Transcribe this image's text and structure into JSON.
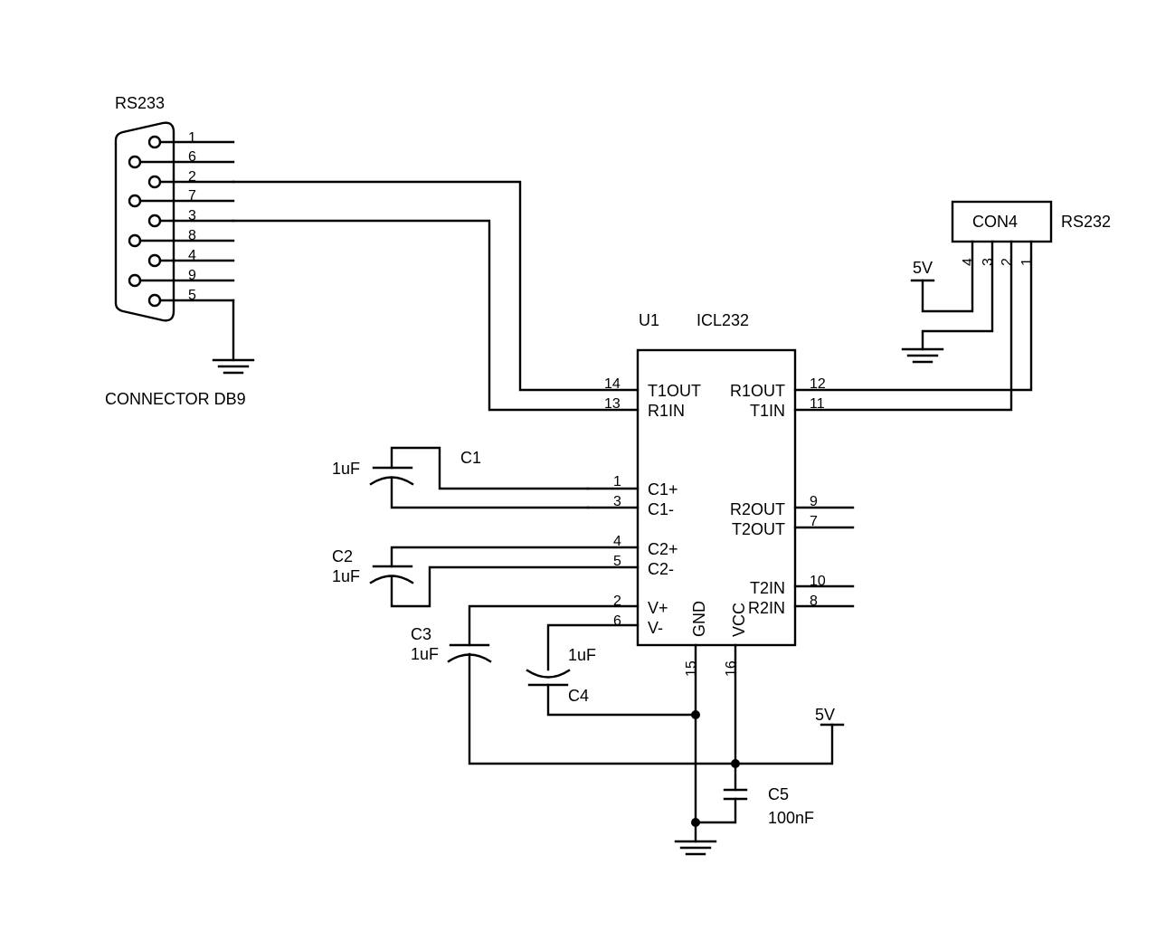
{
  "db9": {
    "title": "RS233",
    "caption": "CONNECTOR DB9",
    "pins": [
      "1",
      "6",
      "2",
      "7",
      "3",
      "8",
      "4",
      "9",
      "5"
    ]
  },
  "ic": {
    "ref": "U1",
    "part": "ICL232",
    "left_pins": [
      {
        "num": "14",
        "name": "T1OUT"
      },
      {
        "num": "13",
        "name": "R1IN"
      },
      {
        "num": "1",
        "name": "C1+"
      },
      {
        "num": "3",
        "name": "C1-"
      },
      {
        "num": "4",
        "name": "C2+"
      },
      {
        "num": "5",
        "name": "C2-"
      },
      {
        "num": "2",
        "name": "V+"
      },
      {
        "num": "6",
        "name": "V-"
      }
    ],
    "right_pins": [
      {
        "num": "12",
        "name": "R1OUT"
      },
      {
        "num": "11",
        "name": "T1IN"
      },
      {
        "num": "9",
        "name": "R2OUT"
      },
      {
        "num": "7",
        "name": "T2OUT"
      },
      {
        "num": "10",
        "name": "T2IN"
      },
      {
        "num": "8",
        "name": "R2IN"
      }
    ],
    "bottom_pins": [
      {
        "num": "15",
        "name": "GND"
      },
      {
        "num": "16",
        "name": "VCC"
      }
    ]
  },
  "con4": {
    "label": "CON4",
    "name": "RS232",
    "pins": [
      "4",
      "3",
      "2",
      "1"
    ],
    "supply": "5V"
  },
  "capacitors": {
    "c1": {
      "ref": "C1",
      "value": "1uF"
    },
    "c2": {
      "ref": "C2",
      "value": "1uF"
    },
    "c3": {
      "ref": "C3",
      "value": "1uF"
    },
    "c4": {
      "ref": "C4",
      "value": "1uF"
    },
    "c5": {
      "ref": "C5",
      "value": "100nF"
    }
  },
  "supply": {
    "label": "5V"
  }
}
